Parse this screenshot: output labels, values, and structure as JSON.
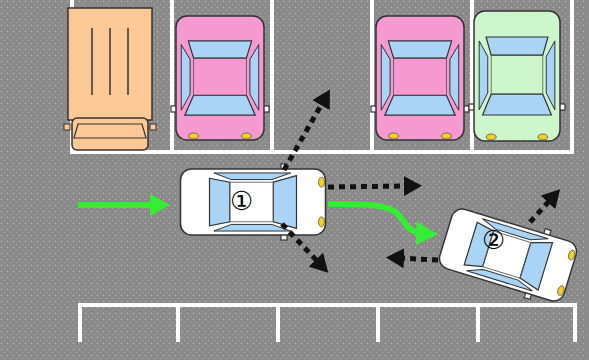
{
  "diagram": {
    "nodes": [
      {
        "text": [
          "①"
        ]
      },
      {
        "text": [
          "②"
        ]
      }
    ],
    "edges": [
      {
        "from": 0,
        "to": 1,
        "arrow": "to"
      }
    ]
  }
}
